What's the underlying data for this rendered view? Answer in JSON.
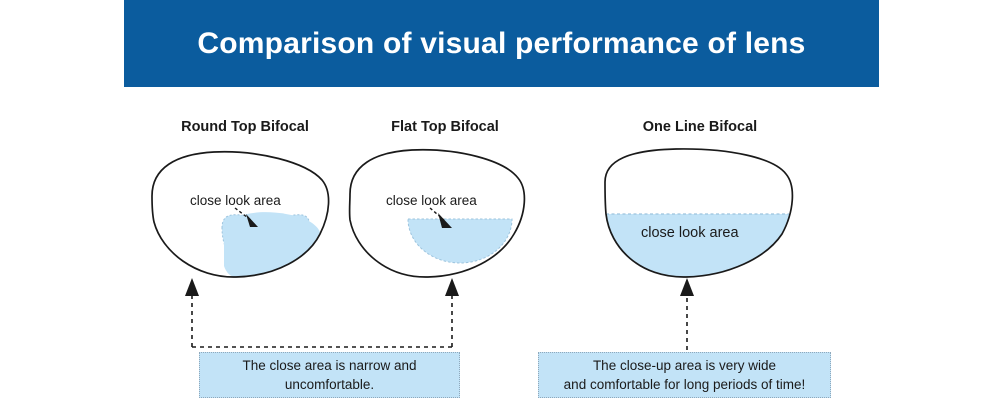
{
  "header": {
    "title": "Comparison of visual performance of lens",
    "background_color": "#0b5c9e",
    "text_color": "#ffffff"
  },
  "colors": {
    "header_blue": "#0b5c9e",
    "segment_fill": "#c2e3f7",
    "segment_outline": "#8fa8bb",
    "lens_outline": "#1a1a1a",
    "text": "#1a1a1a"
  },
  "lenses": [
    {
      "title": "Round Top Bifocal",
      "inlens_label": "close look area",
      "segment_type": "round-top"
    },
    {
      "title": "Flat Top Bifocal",
      "inlens_label": "close look area",
      "segment_type": "flat-top"
    },
    {
      "title": "One Line Bifocal",
      "inlens_label": "close look area",
      "segment_type": "one-line"
    }
  ],
  "callouts": [
    {
      "text": "The  close area is narrow and\nuncomfortable.",
      "connects_to": [
        "Round Top Bifocal",
        "Flat Top Bifocal"
      ]
    },
    {
      "text": "The close-up area is very wide\nand comfortable for long periods of time!",
      "connects_to": [
        "One Line Bifocal"
      ]
    }
  ]
}
